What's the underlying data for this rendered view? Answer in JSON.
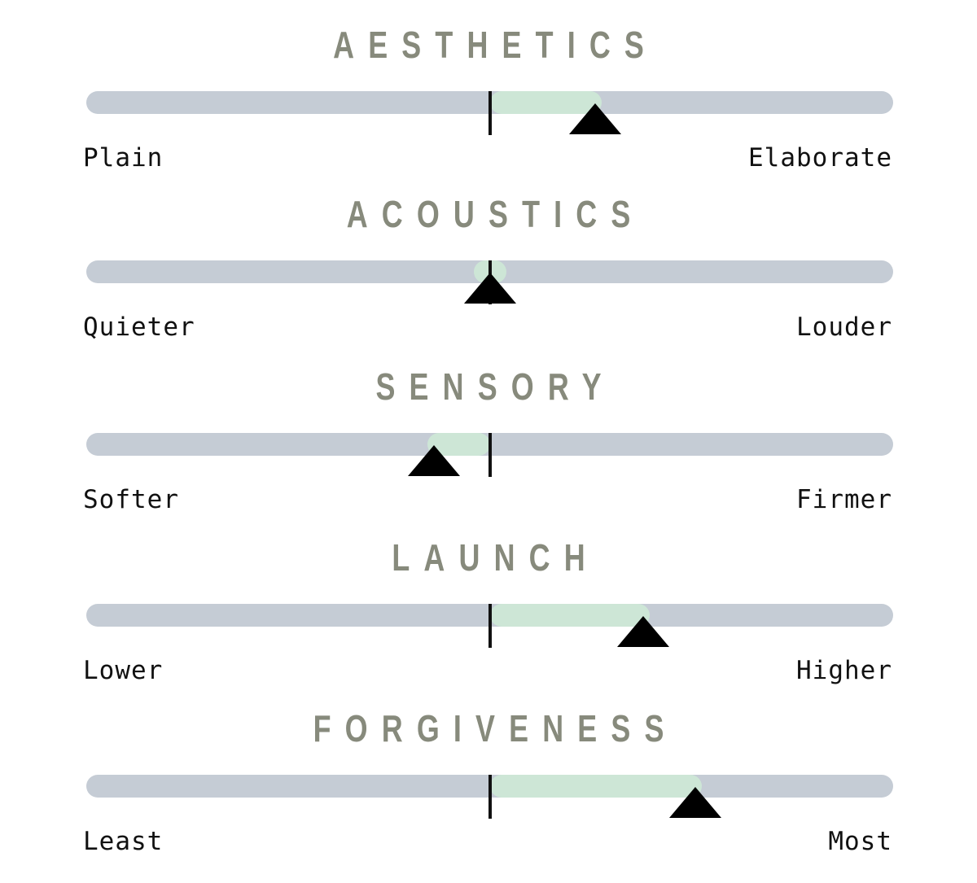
{
  "colors": {
    "track": "#c5ccd5",
    "fill": "#cde6d6",
    "title": "#878a7c",
    "marker": "#000000"
  },
  "scale_range": [
    -1,
    1
  ],
  "scales": [
    {
      "title": "AESTHETICS",
      "left_label": "Plain",
      "right_label": "Elaborate",
      "value": 0.26
    },
    {
      "title": "ACOUSTICS",
      "left_label": "Quieter",
      "right_label": "Louder",
      "value": 0.0
    },
    {
      "title": "SENSORY",
      "left_label": "Softer",
      "right_label": "Firmer",
      "value": -0.14
    },
    {
      "title": "LAUNCH",
      "left_label": "Lower",
      "right_label": "Higher",
      "value": 0.38
    },
    {
      "title": "FORGIVENESS",
      "left_label": "Least",
      "right_label": "Most",
      "value": 0.51
    }
  ]
}
